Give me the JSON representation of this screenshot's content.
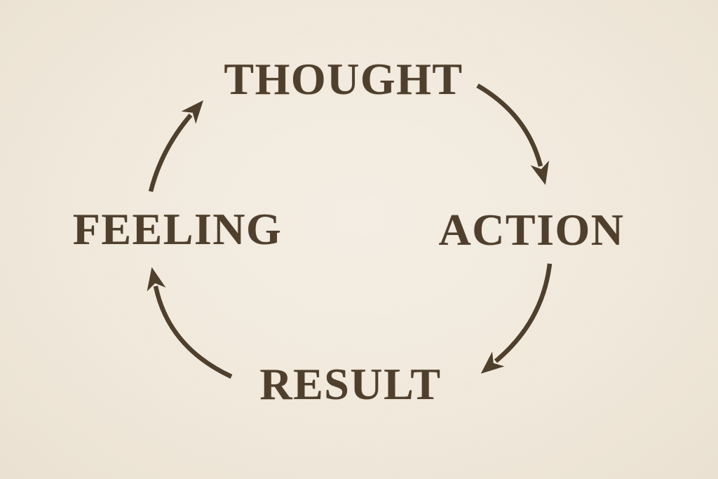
{
  "diagram": {
    "type": "cycle",
    "nodes": {
      "thought": {
        "label": "THOUGHT"
      },
      "action": {
        "label": "ACTION"
      },
      "result": {
        "label": "RESULT"
      },
      "feeling": {
        "label": "FEELING"
      }
    },
    "connections": [
      {
        "from": "THOUGHT",
        "to": "ACTION",
        "direction": "clockwise"
      },
      {
        "from": "ACTION",
        "to": "RESULT",
        "direction": "clockwise"
      },
      {
        "from": "RESULT",
        "to": "FEELING",
        "direction": "clockwise"
      },
      {
        "from": "FEELING",
        "to": "THOUGHT",
        "direction": "clockwise"
      }
    ]
  },
  "colors": {
    "ink": "#4d3d2b",
    "paper": "#f3ebde"
  }
}
